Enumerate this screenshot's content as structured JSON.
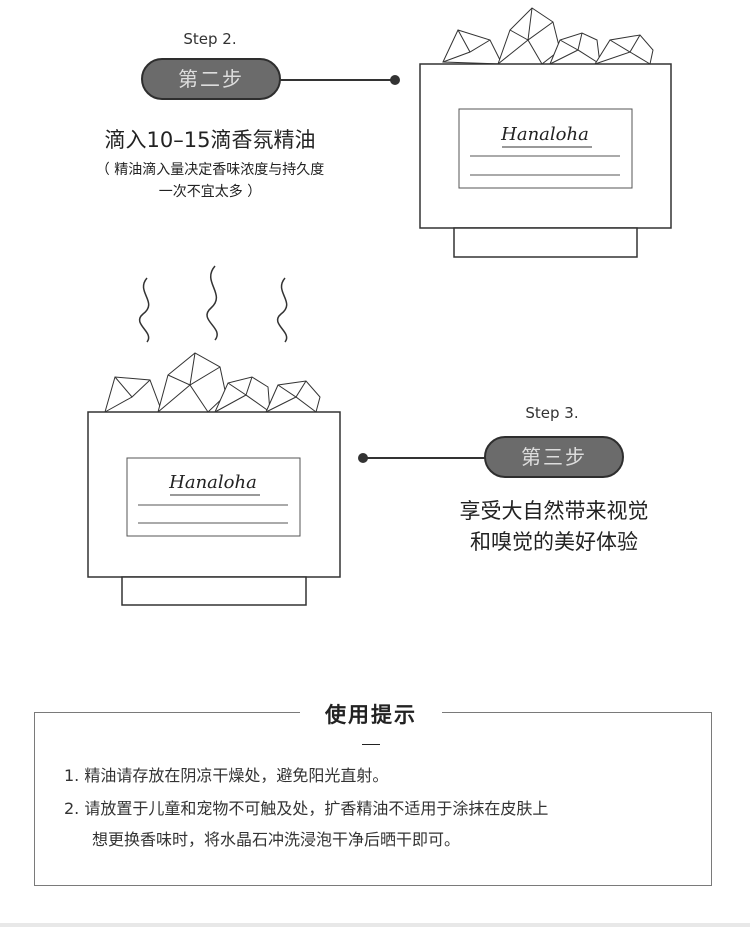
{
  "step2": {
    "label": "Step 2.",
    "badge": "第二步",
    "title": "滴入10–15滴香氛精油",
    "note_line1": "（ 精油滴入量决定香味浓度与持久度",
    "note_line2": "一次不宜太多 ）"
  },
  "step3": {
    "label": "Step 3.",
    "badge": "第三步",
    "title_line1": "享受大自然带来视觉",
    "title_line2": "和嗅觉的美好体验"
  },
  "brand": {
    "logo_text": "Hanaloha"
  },
  "tips": {
    "title": "使用提示",
    "items": [
      "1. 精油请存放在阴凉干燥处，避免阳光直射。",
      "2. 请放置于儿童和宠物不可触及处，扩香精油不适用于涂抹在皮肤上",
      "想更换香味时，将水晶石冲洗浸泡干净后晒干即可。"
    ]
  },
  "colors": {
    "badge_bg": "#6b6b6b",
    "line": "#333333"
  }
}
